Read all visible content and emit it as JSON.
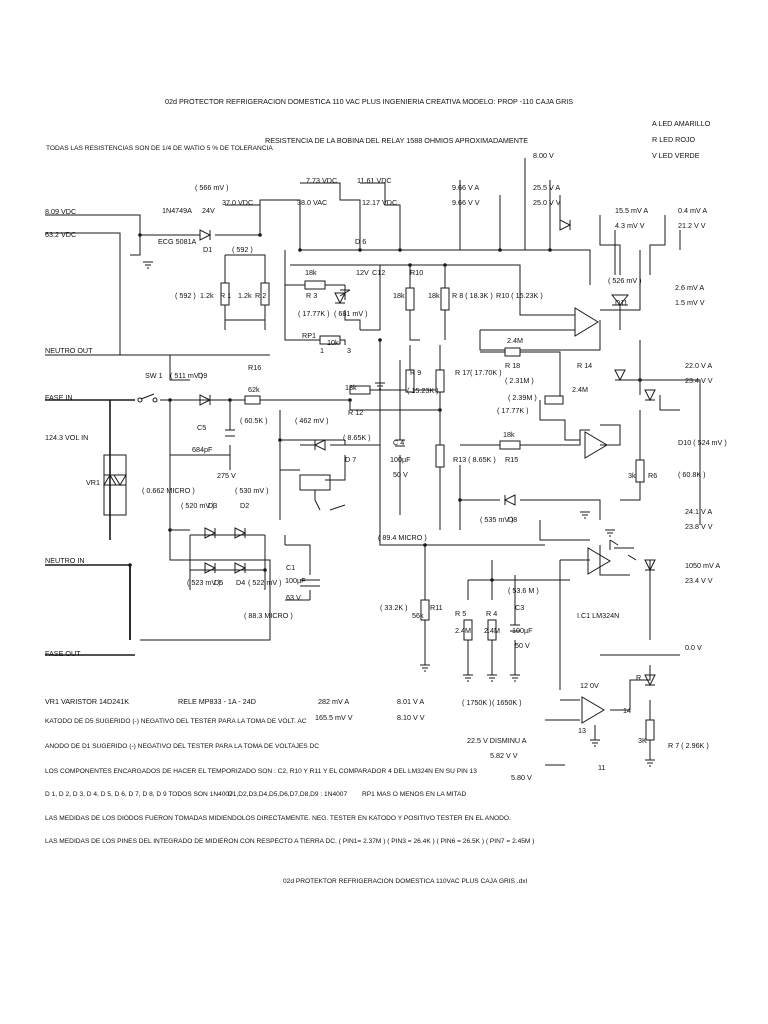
{
  "header": {
    "title": "02d PROTECTOR REFRIGERACION DOMESTICA 110 VAC PLUS INGENIERIA CREATIVA MODELO: PROP -110 CAJA GRIS",
    "resist_note": "TODAS LAS RESISTENCIAS SON DE 1/4 DE WATIO 5 % DE TOLERANCIA",
    "relay_note": "RESISTENCIA DE LA BOBINA DEL RELAY 1588 OHMIOS APROXIMADAMENTE",
    "legend": [
      "A LED AMARILLO",
      "R LED ROJO",
      "V LED VERDE"
    ]
  },
  "labels": {
    "v_809": "8.09 VDC",
    "v_632": "63.2 VDC",
    "v_566mv": "( 566 mV )",
    "v_773": "7.73 VDC",
    "v_1161": "11.61 VDC",
    "v_966a": "9.66 V A",
    "v_966b": "9.66 V V",
    "v_800": "8.00 V",
    "v_255": "25.5 V A",
    "v_250": "25.0 V V",
    "v_155": "15.5 mV A",
    "v_43": "4.3 mV V",
    "v_04": "0.4 mV A",
    "v_212": "21.2 V V",
    "d_1n4749": "1N4749A",
    "v_24v": "24V",
    "v_370": "37.0 VDC",
    "v_380": "38.0 VAC",
    "v_1217": "12.17 VDC",
    "ecg": "ECG 5081A",
    "d1": "D1",
    "v_592": "( 592 )",
    "d6": "D 6",
    "r18k_a": "18k",
    "v_12v": "12V",
    "c12": "C12",
    "r1": "R 1",
    "r2": "R 2",
    "r1k2a": "1.2k",
    "r1k2b": "1.2k",
    "v_592b": "( 592 )",
    "r3": "R 3",
    "v_1777": "( 17.77K )",
    "v_681": "( 681 mV )",
    "r10": "R10",
    "r18k_b": "18k",
    "r18k_c": "18k",
    "r8": "R 8 ( 18.3K )",
    "r10v": "R10 ( 15.23K )",
    "v_526": "( 526 mV )",
    "v_26": "2.6 mV A",
    "v_15": "1.5 mV V",
    "d11": "D11",
    "rp1": "RP1",
    "r10k": "10k",
    "p1": "1",
    "p3": "3",
    "neutro_out": "NEUTRO OUT",
    "r2_4m_a": "2.4M",
    "r18": "R 18",
    "v_231": "( 2.31M )",
    "r14": "R 14",
    "sw1": "SW 1",
    "v_511": "( 511 mV )",
    "d9": "D9",
    "r16": "R16",
    "r62k": "62k",
    "r9": "R 9",
    "v_1523": "( 15.23K )",
    "r17": "R 17",
    "v_1770": "( 17.70K )",
    "v_220": "22.0 V A",
    "v_234": "23.4 V V",
    "fase_in": "FASE IN",
    "v_605": "( 60.5K )",
    "r18k_d": "18k",
    "r12": "R 12",
    "v_462": "( 462 mV )",
    "v_239": "( 2.39M )",
    "r2_4m_b": "2.4M",
    "v_1777b": "( 17.77K )",
    "c5": "C5",
    "v_1243": "124.3 VOL IN",
    "v_865": "( 8.65K )",
    "d7": "D 7",
    "c4": "C 4",
    "c4v": "100µF",
    "c4v2": "50 V",
    "r13": "R13 ( 8.65K )",
    "r15": "R15",
    "r18k_e": "18k",
    "d10": "D10 ( 524 mV )",
    "c684": "684pF",
    "v_275": "275 V",
    "vr1": "VR1",
    "v_608": "( 60.8K )",
    "r6": "R6",
    "r3k": "3k",
    "v_0662": "( 0.662 MICRO )",
    "v_530": "( 530 mV )",
    "v_520": "( 520 mV )",
    "d3": "D3",
    "d2": "D2",
    "v_241": "24.1 V A",
    "v_238": "23.8 V V",
    "v_535": "( 535 mV )",
    "d8": "D8",
    "v_894": "( 89.4 MICRO )",
    "neutro_in": "NEUTRO IN",
    "v_1050": "1050 mV A",
    "v_234b": "23.4 V V",
    "v_523": "( 523 mV )",
    "d5": "D5",
    "d4": "D4",
    "v_522": "( 522 mV )",
    "c1": "C1",
    "c1v": "100µF",
    "c1v2": "63 V",
    "v_883": "( 88.3 MICRO )",
    "v_536": "( 53.6 M )",
    "c3": "C3",
    "c3v": "100µF",
    "c3v2": "50 V",
    "r5": "R 5",
    "r4": "R 4",
    "r5v": "2.4M",
    "r4v": "2.4M",
    "v_332": "( 33.2K )",
    "r11": "R11",
    "r56k": "56k",
    "ic1": "I.C1 LM324N",
    "fase_out": "FASE OUT",
    "v_00": "0.0 V",
    "v_1750": "( 1750K )",
    "v_1650": "( 1650K )",
    "v_282": "282 mV A",
    "v_1655": "165.5 mV V",
    "v_801": "8.01 V A",
    "v_810": "8.10 V V",
    "p12": "12",
    "p13": "13",
    "p14": "14",
    "p11": "11",
    "v_0v": "0V",
    "r7": "R 7 ( 2.96K )",
    "r7k": "3K",
    "rled": "R",
    "v_225": "22.5 V DISMINU A",
    "v_582": "5.82 V V",
    "v_580": "5.80 V"
  },
  "notes": [
    "VR1 VARISTOR 14D241K",
    "RELE MP833 - 1A - 24D",
    "KATODO DE D5 SUGERIDO (-) NEGATIVO DEL TESTER PARA LA TOMA DE VOLT. AC",
    "ANODO DE D1 SUGERIDO (-) NEGATIVO DEL TESTER PARA LA TOMA DE VOLTAJES DC",
    "LOS COMPONENTES ENCARGADOS DE HACER EL TEMPORIZADO SON : C2, R10 Y R11 Y EL COMPARADOR 4 DEL LM324N EN SU PIN 13",
    "D 1, D 2, D 3, D 4, D 5, D 6, D 7, D 8, D 9 TODOS SON 1N4007",
    "D1,D2,D3,D4,D5,D6,D7,D8,D9 : 1N4007",
    "RP1 MAS O MENOS EN LA MITAD",
    "LAS MEDIDAS DE LOS DIODOS FUERON TOMADAS MIDIENDOLOS DIRECTAMENTE. NEG. TESTER EN KATODO Y POSITIVO TESTER EN EL ANODO.",
    "LAS MEDIDAS DE LOS PINES DEL INTEGRADO DE MIDIERON CON RESPECTO A TIERRA DC. ( PIN1= 2.37M ) ( PIN3 = 26.4K ) ( PIN6 = 26.5K ) ( PIN7 = 2.45M )"
  ],
  "footer": "02d PROTEKTOR REFRIGERACION DOMESTICA 110VAC PLUS CAJA GRIS .dxl"
}
